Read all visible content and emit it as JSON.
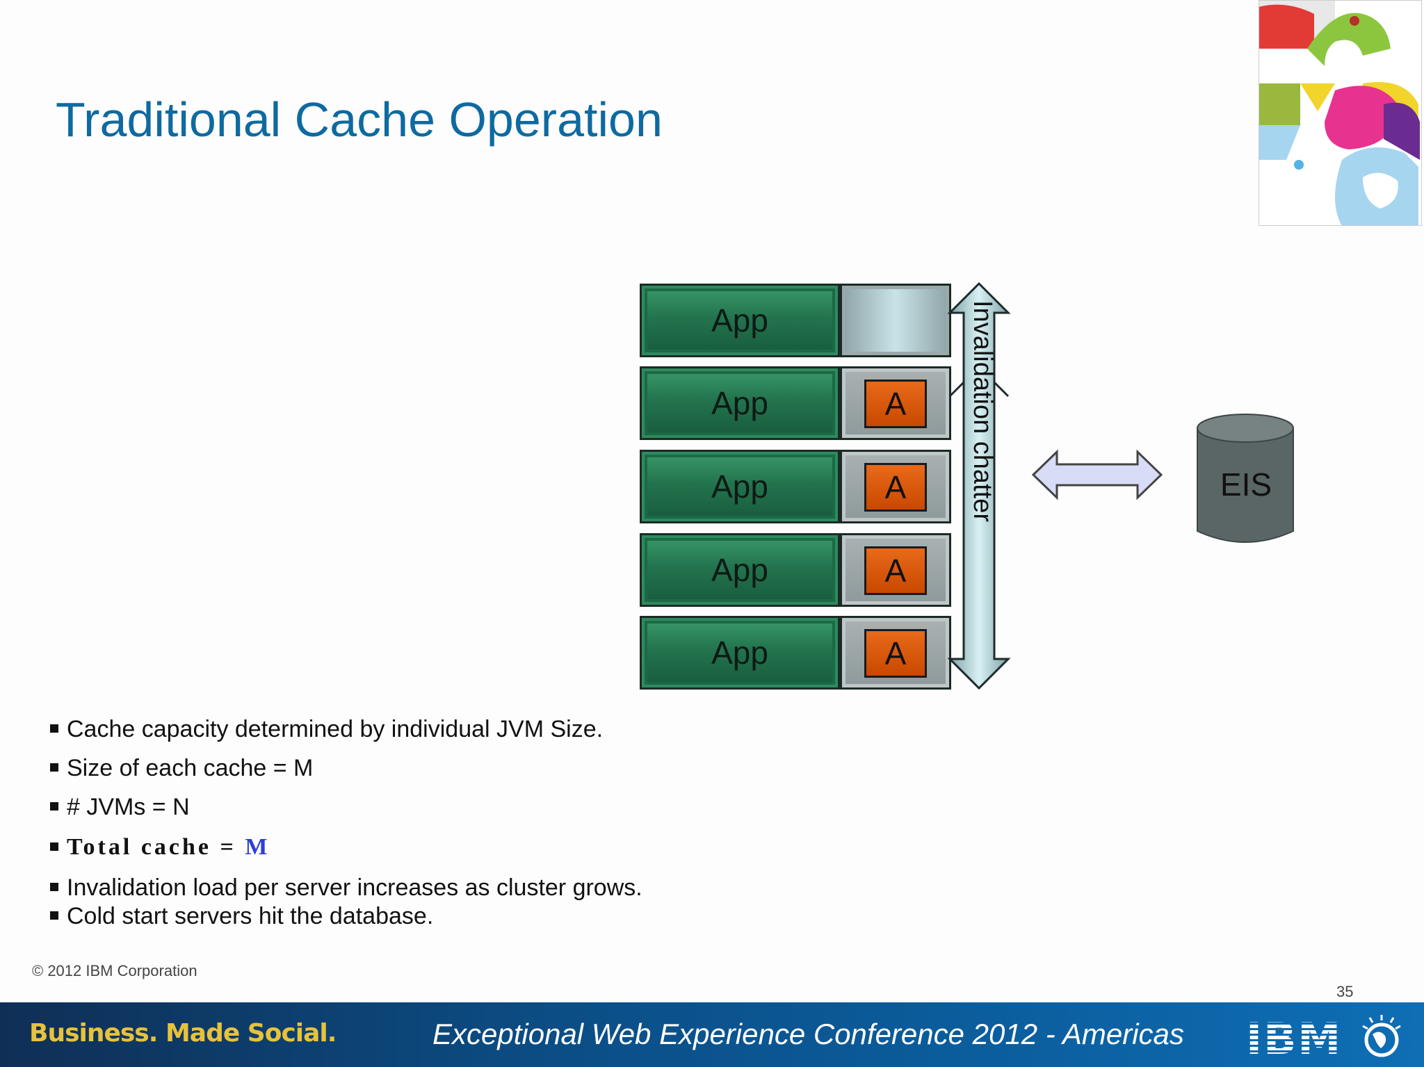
{
  "slide": {
    "title": "Traditional Cache Operation",
    "copyright": "© 2012  IBM Corporation",
    "page_number": "35"
  },
  "diagram": {
    "app_label": "App",
    "rows": [
      {
        "app": "App",
        "cache": ""
      },
      {
        "app": "App",
        "cache": "A"
      },
      {
        "app": "App",
        "cache": "A"
      },
      {
        "app": "App",
        "cache": "A"
      },
      {
        "app": "App",
        "cache": "A"
      }
    ],
    "chatter_label": "Invalidation chatter",
    "eis_label": "EIS",
    "colors": {
      "app": "#23744e",
      "cache_item": "#d95a0a",
      "cache_bg": "#9aa5a7",
      "double_arrow": "#d8dcf6",
      "database": "#5a6565"
    }
  },
  "bullets": [
    "Cache capacity determined by individual JVM Size.",
    "Size of each cache = M",
    "# JVMs = N",
    "Total cache  = ",
    "Invalidation load per server increases as cluster grows.",
    "Cold start servers hit the database."
  ],
  "total_cache_value": "M",
  "footer": {
    "tagline": "Business. Made Social.",
    "conference": "Exceptional Web Experience Conference 2012 - Americas",
    "brand": "IBM"
  }
}
